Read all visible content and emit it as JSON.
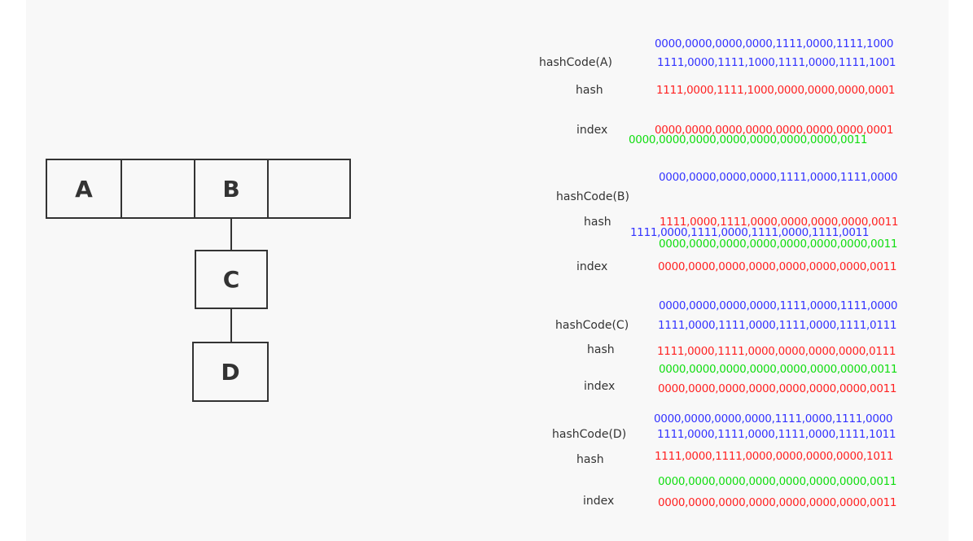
{
  "diagram": {
    "table": {
      "slots": [
        "A",
        "",
        "B",
        ""
      ]
    },
    "chain": [
      "C",
      "D"
    ],
    "colors": {
      "stroke": "#333333",
      "hashcode": "#3333ff",
      "hash": "#ff2222",
      "mask": "#11dd11",
      "background": "#f8f8f8"
    },
    "panel": {
      "a": {
        "hashcode_label": "hashCode(A)",
        "shifted": "0000,0000,0000,0000,1111,0000,1111,1000",
        "hashcode": "1111,0000,1111,1000,1111,0000,1111,1001",
        "hash_label": "hash",
        "hash": "1111,0000,1111,1000,0000,0000,0000,0001",
        "index_label": "index",
        "index": "0000,0000,0000,0000,0000,0000,0000,0001",
        "mask": "0000,0000,0000,0000,0000,0000,0000,0011"
      },
      "b": {
        "hashcode_label": "hashCode(B)",
        "shifted": "0000,0000,0000,0000,1111,0000,1111,0000",
        "hash_label": "hash",
        "hash": "1111,0000,1111,0000,0000,0000,0000,0011",
        "hashcode": "1111,0000,1111,0000,1111,0000,1111,0011",
        "mask": "0000,0000,0000,0000,0000,0000,0000,0011",
        "index_label": "index",
        "index": "0000,0000,0000,0000,0000,0000,0000,0011"
      },
      "c": {
        "shifted": "0000,0000,0000,0000,1111,0000,1111,0000",
        "hashcode_label": "hashCode(C)",
        "hashcode": "1111,0000,1111,0000,1111,0000,1111,0111",
        "hash_label": "hash",
        "hash": "1111,0000,1111,0000,0000,0000,0000,0111",
        "mask": "0000,0000,0000,0000,0000,0000,0000,0011",
        "index_label": "index",
        "index": "0000,0000,0000,0000,0000,0000,0000,0011"
      },
      "d": {
        "shifted": "0000,0000,0000,0000,1111,0000,1111,0000",
        "hashcode_label": "hashCode(D)",
        "hashcode": "1111,0000,1111,0000,1111,0000,1111,1011",
        "hash_label": "hash",
        "hash": "1111,0000,1111,0000,0000,0000,0000,1011",
        "mask": "0000,0000,0000,0000,0000,0000,0000,0011",
        "index_label": "index",
        "index": "0000,0000,0000,0000,0000,0000,0000,0011"
      }
    }
  }
}
